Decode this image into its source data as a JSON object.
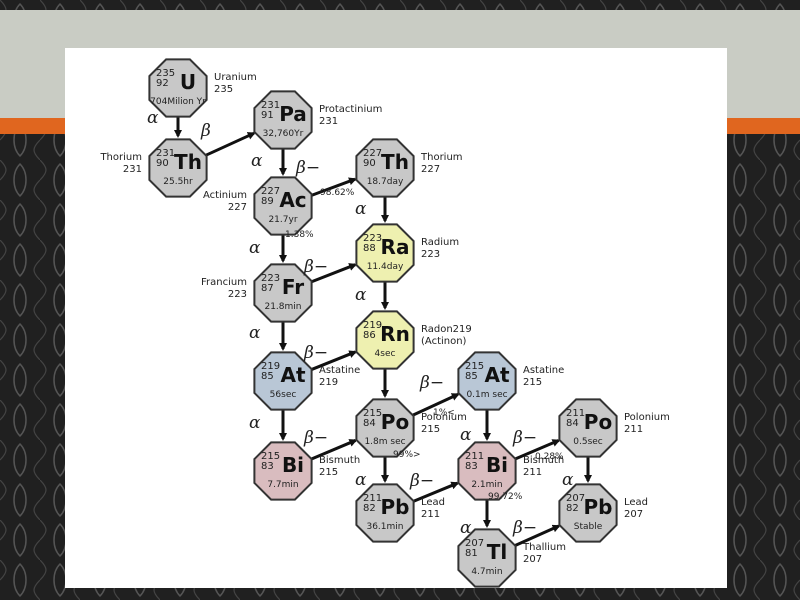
{
  "colors": {
    "grey": "#c8c8c8",
    "blue": "#b9c7d6",
    "yellow": "#eef0b0",
    "pink": "#d9bcbf",
    "accent_orange": "#e0661f",
    "band": "#c9ccc4"
  },
  "nodes": [
    {
      "id": "u235",
      "mass": "235",
      "z": "92",
      "symbol": "U",
      "half": "704Milion Yr",
      "name1": "Uranium",
      "name2": "235",
      "color": "grey"
    },
    {
      "id": "pa231",
      "mass": "231",
      "z": "91",
      "symbol": "Pa",
      "half": "32,760Yr",
      "name1": "Protactinium",
      "name2": "231",
      "color": "grey"
    },
    {
      "id": "th231",
      "mass": "231",
      "z": "90",
      "symbol": "Th",
      "half": "25.5hr",
      "name1": "Thorium",
      "name2": "231",
      "color": "grey"
    },
    {
      "id": "th227",
      "mass": "227",
      "z": "90",
      "symbol": "Th",
      "half": "18.7day",
      "name1": "Thorium",
      "name2": "227",
      "color": "grey"
    },
    {
      "id": "ac227",
      "mass": "227",
      "z": "89",
      "symbol": "Ac",
      "half": "21.7yr",
      "name1": "Actinium",
      "name2": "227",
      "color": "grey"
    },
    {
      "id": "ra223",
      "mass": "223",
      "z": "88",
      "symbol": "Ra",
      "half": "11.4day",
      "name1": "Radium",
      "name2": "223",
      "color": "yellow"
    },
    {
      "id": "fr223",
      "mass": "223",
      "z": "87",
      "symbol": "Fr",
      "half": "21.8min",
      "name1": "Francium",
      "name2": "223",
      "color": "grey"
    },
    {
      "id": "rn219",
      "mass": "219",
      "z": "86",
      "symbol": "Rn",
      "half": "4sec",
      "name1": "Radon219",
      "name2": "(Actinon)",
      "color": "yellow"
    },
    {
      "id": "at219",
      "mass": "219",
      "z": "85",
      "symbol": "At",
      "half": "56sec",
      "name1": "Astatine",
      "name2": "219",
      "color": "blue"
    },
    {
      "id": "at215",
      "mass": "215",
      "z": "85",
      "symbol": "At",
      "half": "0.1m sec",
      "name1": "Astatine",
      "name2": "215",
      "color": "blue"
    },
    {
      "id": "po215",
      "mass": "215",
      "z": "84",
      "symbol": "Po",
      "half": "1.8m sec",
      "name1": "Polonium",
      "name2": "215",
      "color": "grey"
    },
    {
      "id": "po211",
      "mass": "211",
      "z": "84",
      "symbol": "Po",
      "half": "0.5sec",
      "name1": "Polonium",
      "name2": "211",
      "color": "grey"
    },
    {
      "id": "bi215",
      "mass": "215",
      "z": "83",
      "symbol": "Bi",
      "half": "7.7min",
      "name1": "Bismuth",
      "name2": "215",
      "color": "pink"
    },
    {
      "id": "bi211",
      "mass": "211",
      "z": "83",
      "symbol": "Bi",
      "half": "2.1min",
      "name1": "Bismuth",
      "name2": "211",
      "color": "pink"
    },
    {
      "id": "pb211",
      "mass": "211",
      "z": "82",
      "symbol": "Pb",
      "half": "36.1min",
      "name1": "Lead",
      "name2": "211",
      "color": "grey"
    },
    {
      "id": "pb207",
      "mass": "207",
      "z": "82",
      "symbol": "Pb",
      "half": "Stable",
      "name1": "Lead",
      "name2": "207",
      "color": "grey"
    },
    {
      "id": "tl207",
      "mass": "207",
      "z": "81",
      "symbol": "Tl",
      "half": "4.7min",
      "name1": "Thallium",
      "name2": "207",
      "color": "grey"
    }
  ],
  "decay_labels": {
    "alpha": "α",
    "beta": "β",
    "beta_minus": "β−"
  },
  "branch_labels": {
    "ac_beta": "98.62%",
    "ac_alpha": "1.38%",
    "po_alpha_branch": "1%<",
    "po_beta_branch": "99%>",
    "bi_beta": "0.28%",
    "bi_alpha": "99.72%"
  }
}
